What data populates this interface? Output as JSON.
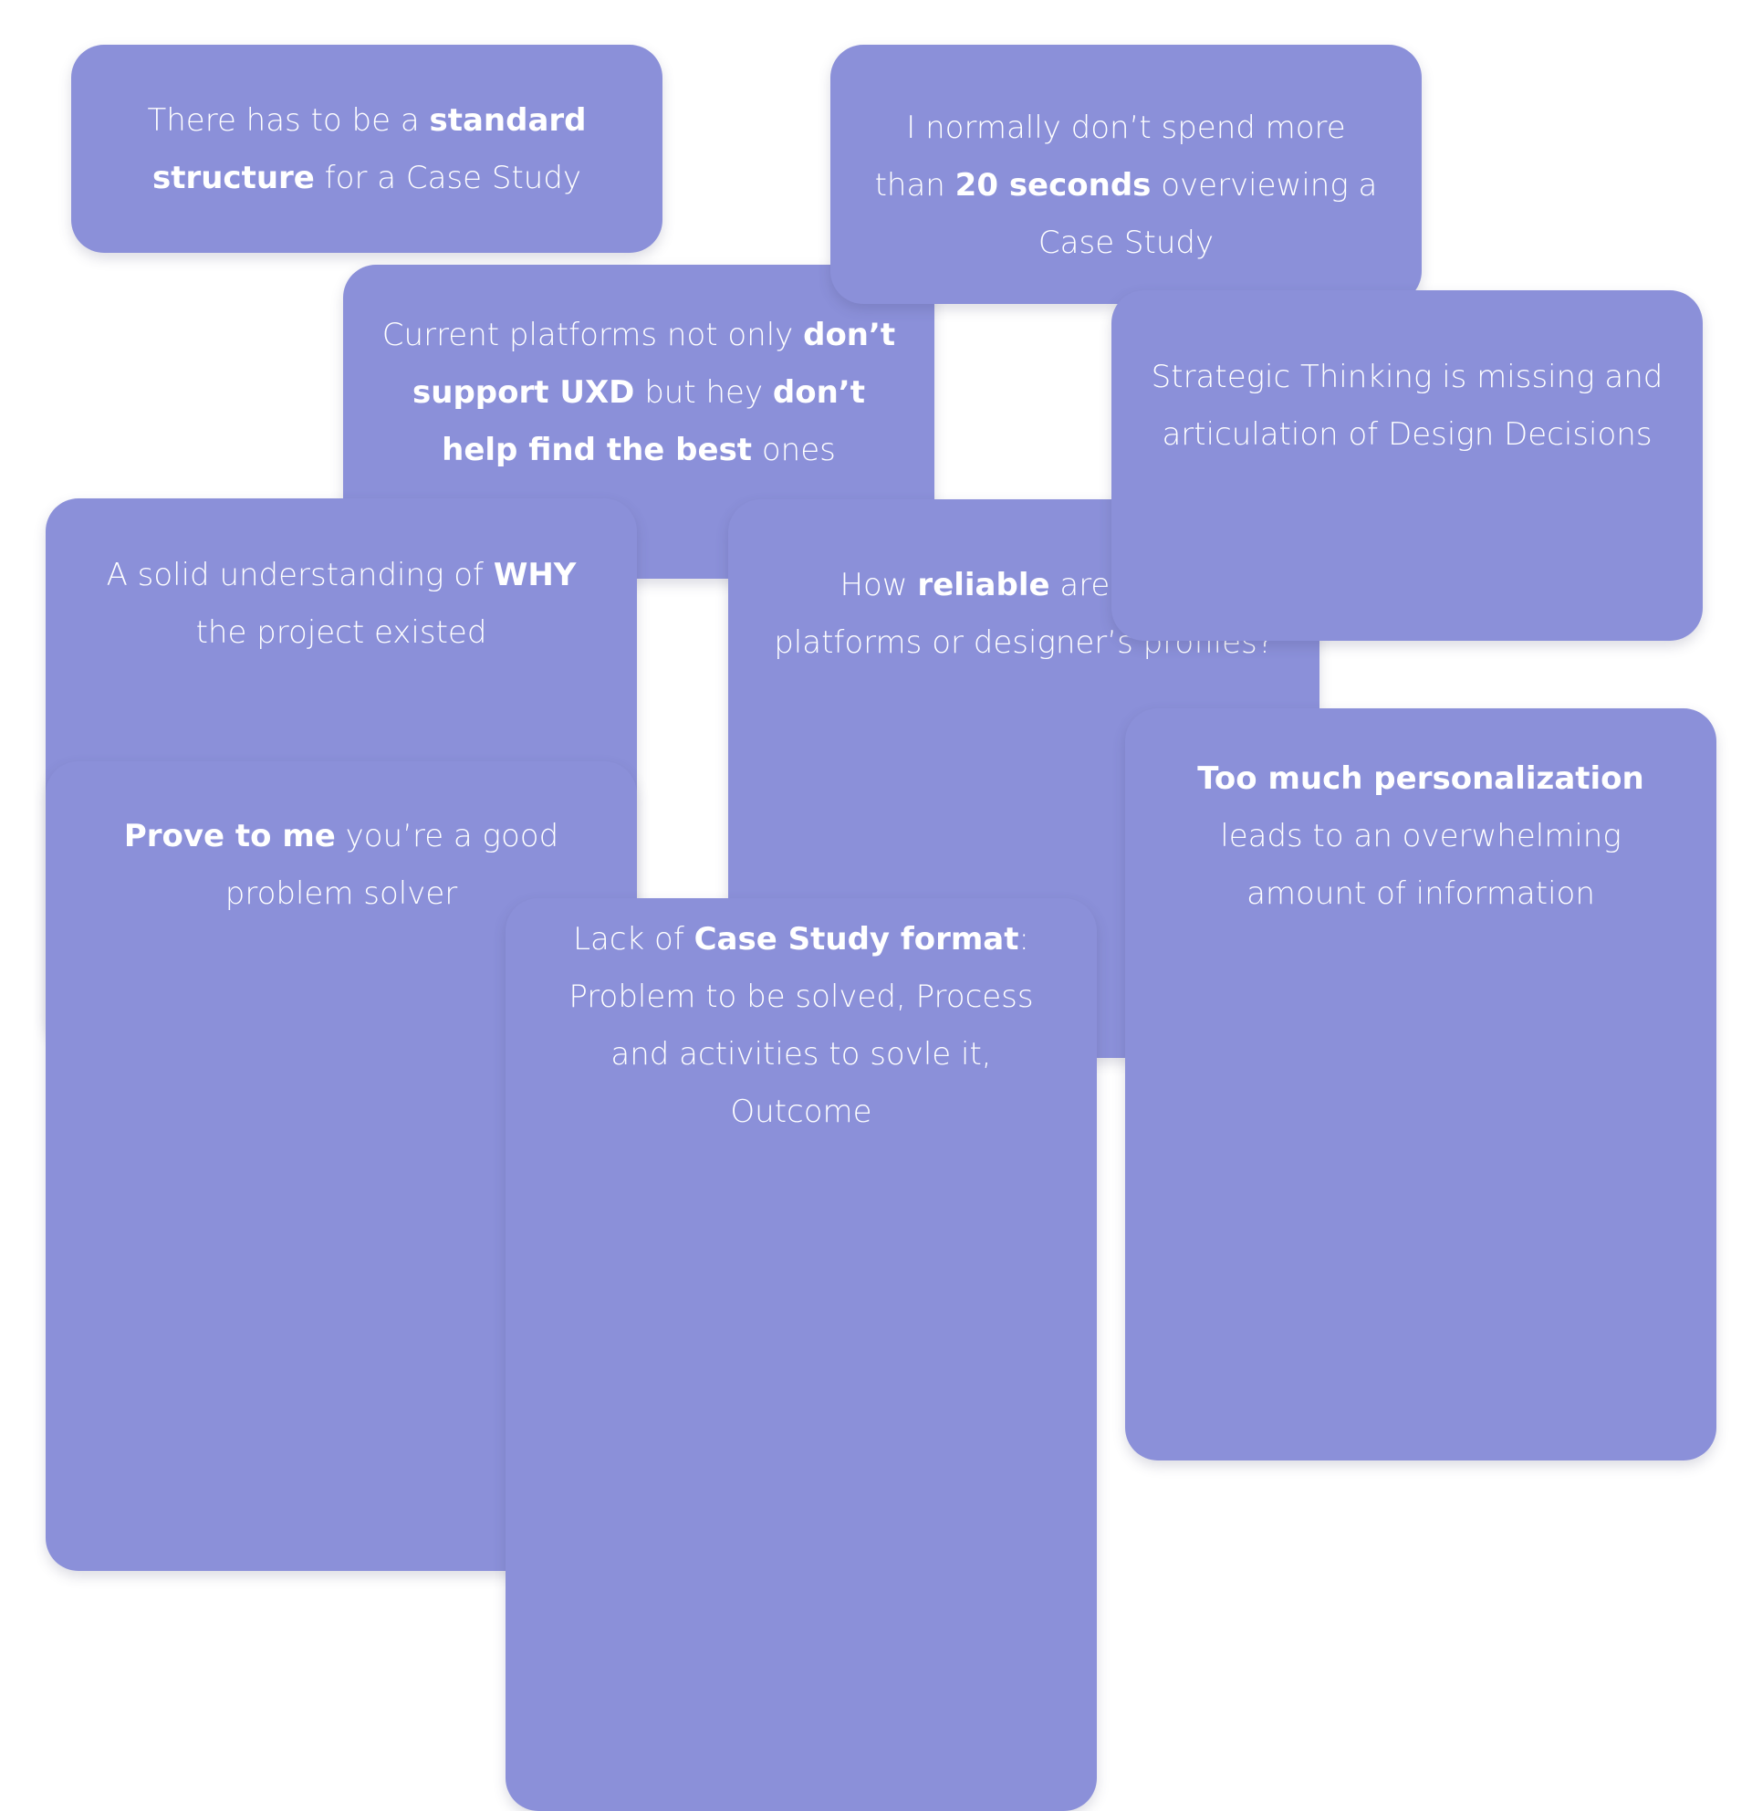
{
  "notes": [
    {
      "id": "n1",
      "parts": [
        {
          "text": "There has to be a ",
          "bold": false
        },
        {
          "text": "standard structure",
          "bold": true
        },
        {
          "text": " for a Case Study",
          "bold": false
        }
      ]
    },
    {
      "id": "n2",
      "parts": [
        {
          "text": "I normally don’t spend more than ",
          "bold": false
        },
        {
          "text": "20 seconds",
          "bold": true
        },
        {
          "text": " overviewing a Case Study",
          "bold": false
        }
      ]
    },
    {
      "id": "n3",
      "parts": [
        {
          "text": "Current platforms not only ",
          "bold": false
        },
        {
          "text": "don’t support UXD",
          "bold": true
        },
        {
          "text": " but hey ",
          "bold": false
        },
        {
          "text": "don’t help find the best",
          "bold": true
        },
        {
          "text": " ones",
          "bold": false
        }
      ]
    },
    {
      "id": "n4",
      "parts": [
        {
          "text": "Strategic Thinking is missing and articulation of Design Decisions",
          "bold": false
        }
      ]
    },
    {
      "id": "n5",
      "parts": [
        {
          "text": "A solid understanding of ",
          "bold": false
        },
        {
          "text": "WHY",
          "bold": true
        },
        {
          "text": " the project existed",
          "bold": false
        }
      ]
    },
    {
      "id": "n6",
      "parts": [
        {
          "text": "How ",
          "bold": false
        },
        {
          "text": "reliable",
          "bold": true
        },
        {
          "text": " are hiring platforms or designer’s profiles?",
          "bold": false
        }
      ]
    },
    {
      "id": "n7",
      "parts": [
        {
          "text": "Too much personalization",
          "bold": true
        },
        {
          "text": " leads to an overwhelming amount of information",
          "bold": false
        }
      ]
    },
    {
      "id": "n8",
      "parts": [
        {
          "text": "Prove to me",
          "bold": true
        },
        {
          "text": " you’re a good problem solver",
          "bold": false
        }
      ]
    },
    {
      "id": "n9",
      "parts": [
        {
          "text": "Lack of ",
          "bold": false
        },
        {
          "text": "Case Study format",
          "bold": true
        },
        {
          "text": ": Problem to be solved, Process and activities to sovle it, Outcome",
          "bold": false
        }
      ]
    }
  ]
}
